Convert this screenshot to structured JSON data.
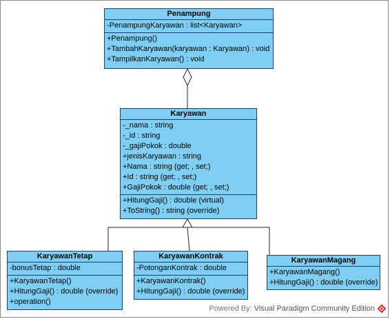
{
  "classes": {
    "penampung": {
      "name": "Penampung",
      "attributes": [
        "-PenampungKaryawan : list<Karyawan>"
      ],
      "operations": [
        "+Penampung()",
        "+TambahKaryawan(karyawan : Karyawan) : void",
        "+TampilkanKaryawan() : void"
      ]
    },
    "karyawan": {
      "name": "Karyawan",
      "attributes": [
        "-_nama : string",
        "-_id : string",
        "-_gajiPokok : double",
        "+jenisKaryawan : string",
        "+Nama : string (get; , set;)",
        "+Id : string (get; , set;)",
        "+GajiPokok : double (get; , set;)"
      ],
      "operations": [
        "+HitungGaji() : double (virtual)",
        "+ToString() : string (override)"
      ]
    },
    "tetap": {
      "name": "KaryawanTetap",
      "attributes": [
        "-bonusTetap : double"
      ],
      "operations": [
        "+KaryawanTetap()",
        "+HitungGaji() : double (override)",
        "+operation()"
      ]
    },
    "kontrak": {
      "name": "KaryawanKontrak",
      "attributes": [
        "-PotonganKontrak : double"
      ],
      "operations": [
        "+KaryawanKontrak()",
        "+HitungGaji() : double (override)"
      ]
    },
    "magang": {
      "name": "KaryawanMagang",
      "operations": [
        "+KaryawanMagang()",
        "+HitungGaji() : double (override)"
      ]
    }
  },
  "footer": {
    "powered_by": "Powered By",
    "product": "Visual Paradigm Community Edition"
  },
  "colors": {
    "class_fill": "#7ecff3",
    "class_border": "#1f3f66",
    "logo_red": "#d9322e"
  },
  "icons": {
    "vendor_logo": "vp-logo-icon"
  }
}
